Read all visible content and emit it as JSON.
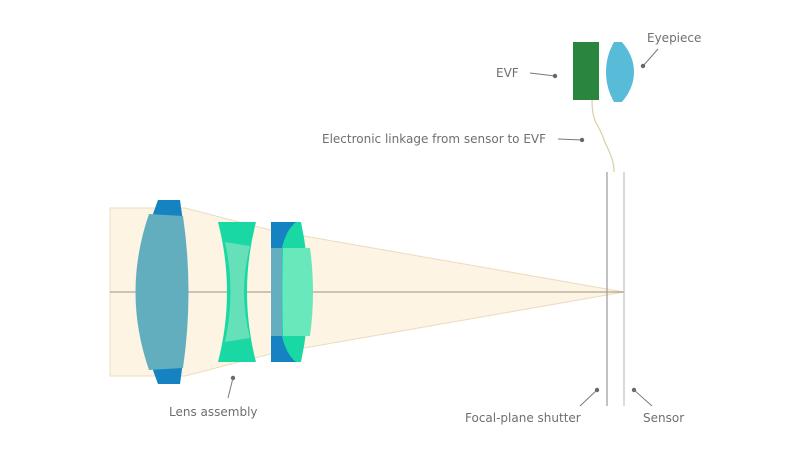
{
  "diagram": {
    "title": "Mirrorless camera optical path",
    "labels": {
      "eyepiece": "Eyepiece",
      "evf": "EVF",
      "linkage": "Electronic linkage from sensor to EVF",
      "lens_assembly": "Lens assembly",
      "shutter": "Focal-plane shutter",
      "sensor": "Sensor"
    },
    "colors": {
      "light_beam": "#fdf4e3",
      "beam_edge": "#ecdcc0",
      "axis": "#9a9282",
      "front_lens": "#62aebf",
      "front_lens_edge": "#1583c2",
      "concave_lens": "#66e0b8",
      "concave_lens_edge": "#19d8a4",
      "doublet_flint": "#1583c2",
      "doublet_overlap": "#63afc0",
      "doublet_crown": "#69e8bb",
      "evf": "#2a863e",
      "eyepiece": "#58bcd8",
      "shutter": "#9a9a9a",
      "sensor": "#b5b5b5",
      "cable": "#d9cfa8",
      "label_text": "#6f6f6f"
    }
  }
}
